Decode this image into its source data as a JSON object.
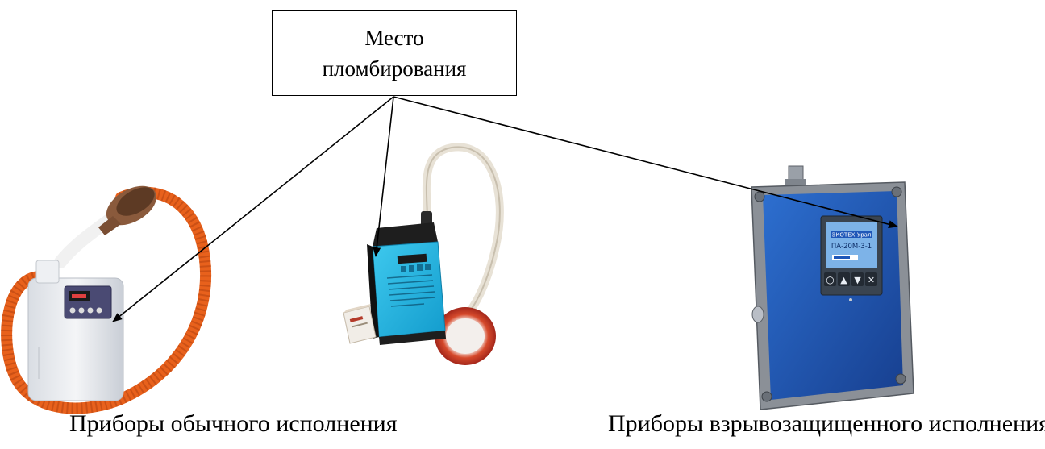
{
  "callout": {
    "line1": "Место",
    "line2": "пломбирования"
  },
  "captions": {
    "regular": "Приборы обычного исполнения",
    "explosion_proof": "Приборы взрывозащищенного исполнения"
  },
  "device3_screen": {
    "brand": "ЭКОТЕХ-Урал",
    "model": "ПА-20М-3-1"
  },
  "device3_buttons": [
    "○",
    "▲",
    "▼",
    "✕"
  ],
  "colors": {
    "tube_orange": "#e8611c",
    "device2_blue": "#1fb6e0",
    "device3_blue": "#1f57b8",
    "arrow": "#000000"
  }
}
